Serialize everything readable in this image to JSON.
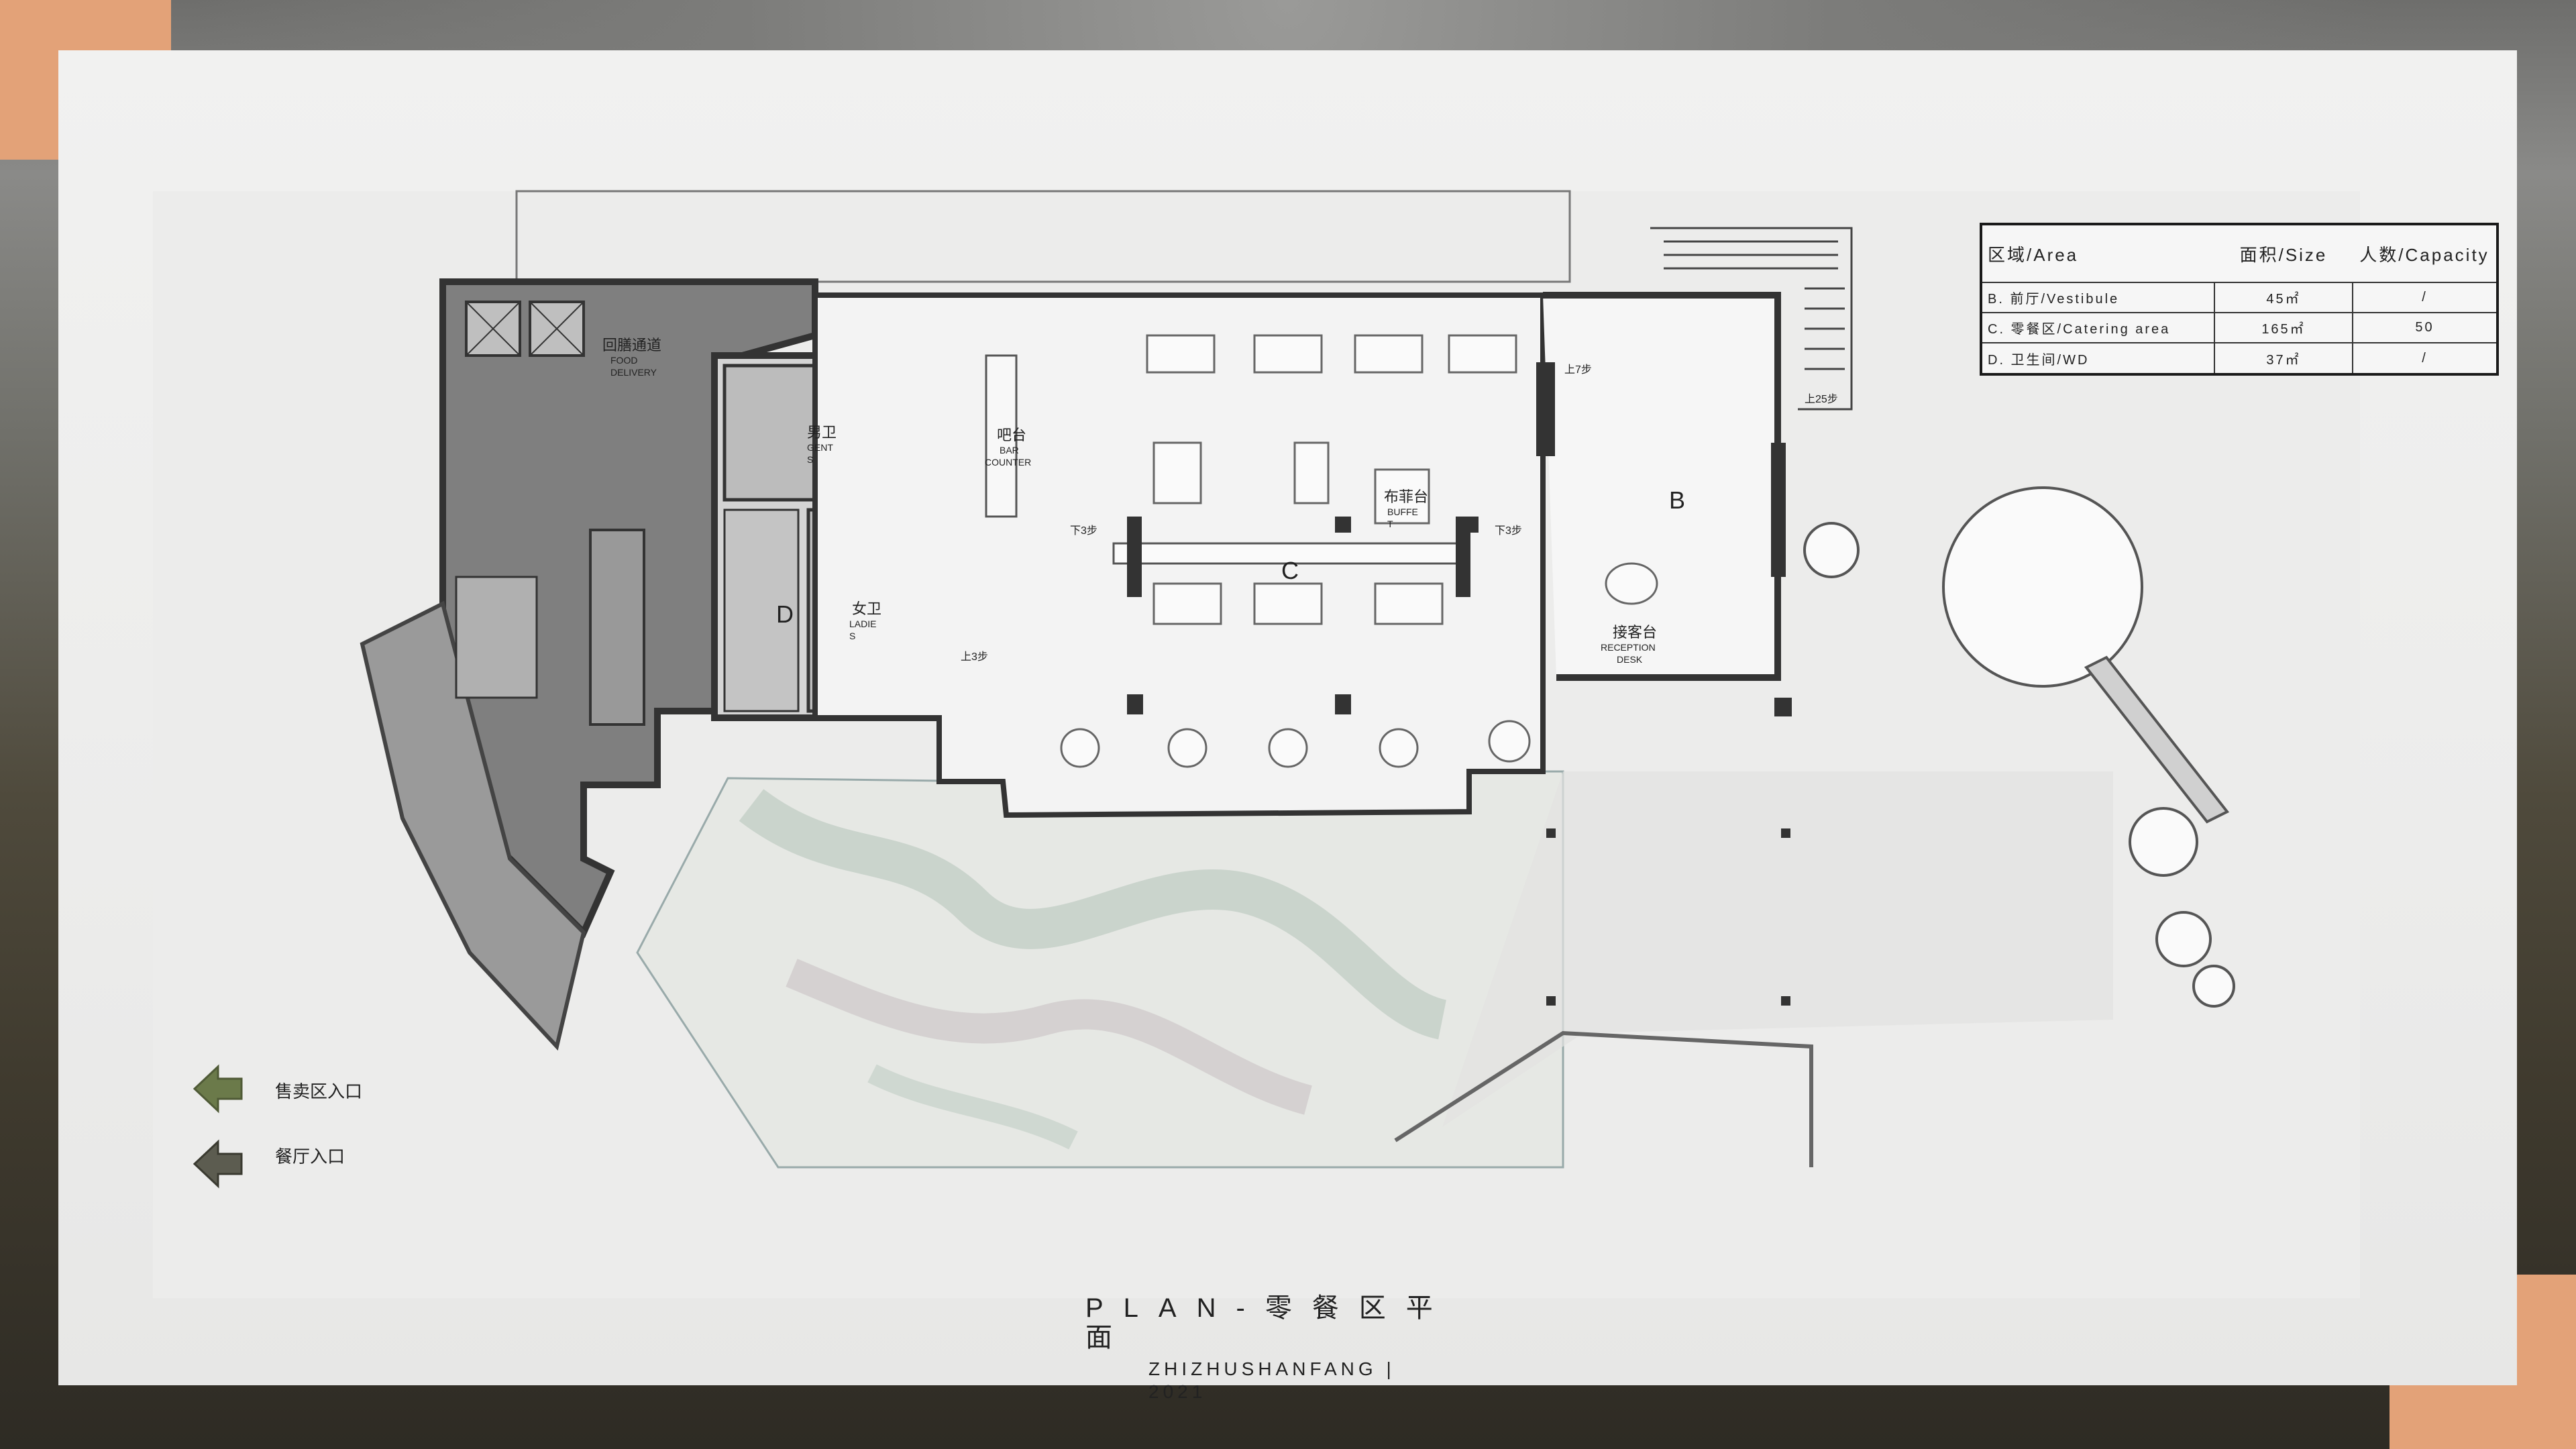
{
  "legend": {
    "retail_entrance": "售卖区入口",
    "restaurant_entrance": "餐厅入口"
  },
  "area_table": {
    "headers": [
      "区域/Area",
      "面积/Size",
      "人数/Capacity"
    ],
    "rows": [
      {
        "area": "B. 前厅/Vestibule",
        "size": "45㎡",
        "capacity": "/"
      },
      {
        "area": "C. 零餐区/Catering area",
        "size": "165㎡",
        "capacity": "50"
      },
      {
        "area": "D. 卫生间/WD",
        "size": "37㎡",
        "capacity": "/"
      }
    ]
  },
  "plan_labels": {
    "zone_b": "B",
    "zone_c": "C",
    "zone_d": "D",
    "food_delivery_cn": "回膳通道",
    "food_delivery_en1": "FOOD",
    "food_delivery_en2": "DELIVERY",
    "gents_cn": "男卫",
    "gents_en1": "GENT",
    "gents_en2": "S",
    "ladies_cn": "女卫",
    "ladies_en1": "LADIE",
    "ladies_en2": "S",
    "bar_cn": "吧台",
    "bar_en1": "BAR",
    "bar_en2": "COUNTER",
    "buffet_cn": "布菲台",
    "buffet_en1": "BUFFE",
    "buffet_en2": "T",
    "reception_cn": "接客台",
    "reception_en1": "RECEPTION",
    "reception_en2": "DESK",
    "step_down_3_left": "下3步",
    "step_down_3_right": "下3步",
    "step_up_3": "上3步",
    "step_up_7": "上7步",
    "step_up_25": "上25步"
  },
  "title": {
    "main": "PLAN-零餐区平面",
    "sub": "ZHIZHUSHANFANG | 2021"
  },
  "colors": {
    "accent": "#e3a278",
    "arrow": "#6b7a4a",
    "wall": "#5a5a5a",
    "service_fill": "#8a8a8a"
  }
}
